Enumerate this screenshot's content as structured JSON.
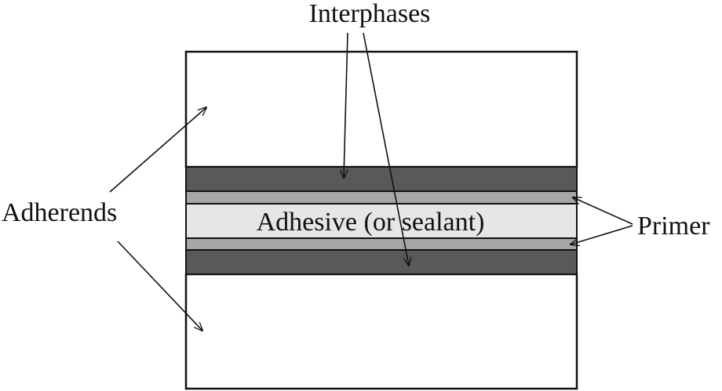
{
  "labels": {
    "interphases": "Interphases",
    "adherends": "Adherends",
    "adhesive": "Adhesive (or sealant)",
    "primer": "Primer"
  },
  "colors": {
    "interphase": "#595959",
    "primer": "#a6a6a6",
    "adhesive": "#e6e6e6",
    "adherend": "#ffffff",
    "outline": "#111111"
  }
}
